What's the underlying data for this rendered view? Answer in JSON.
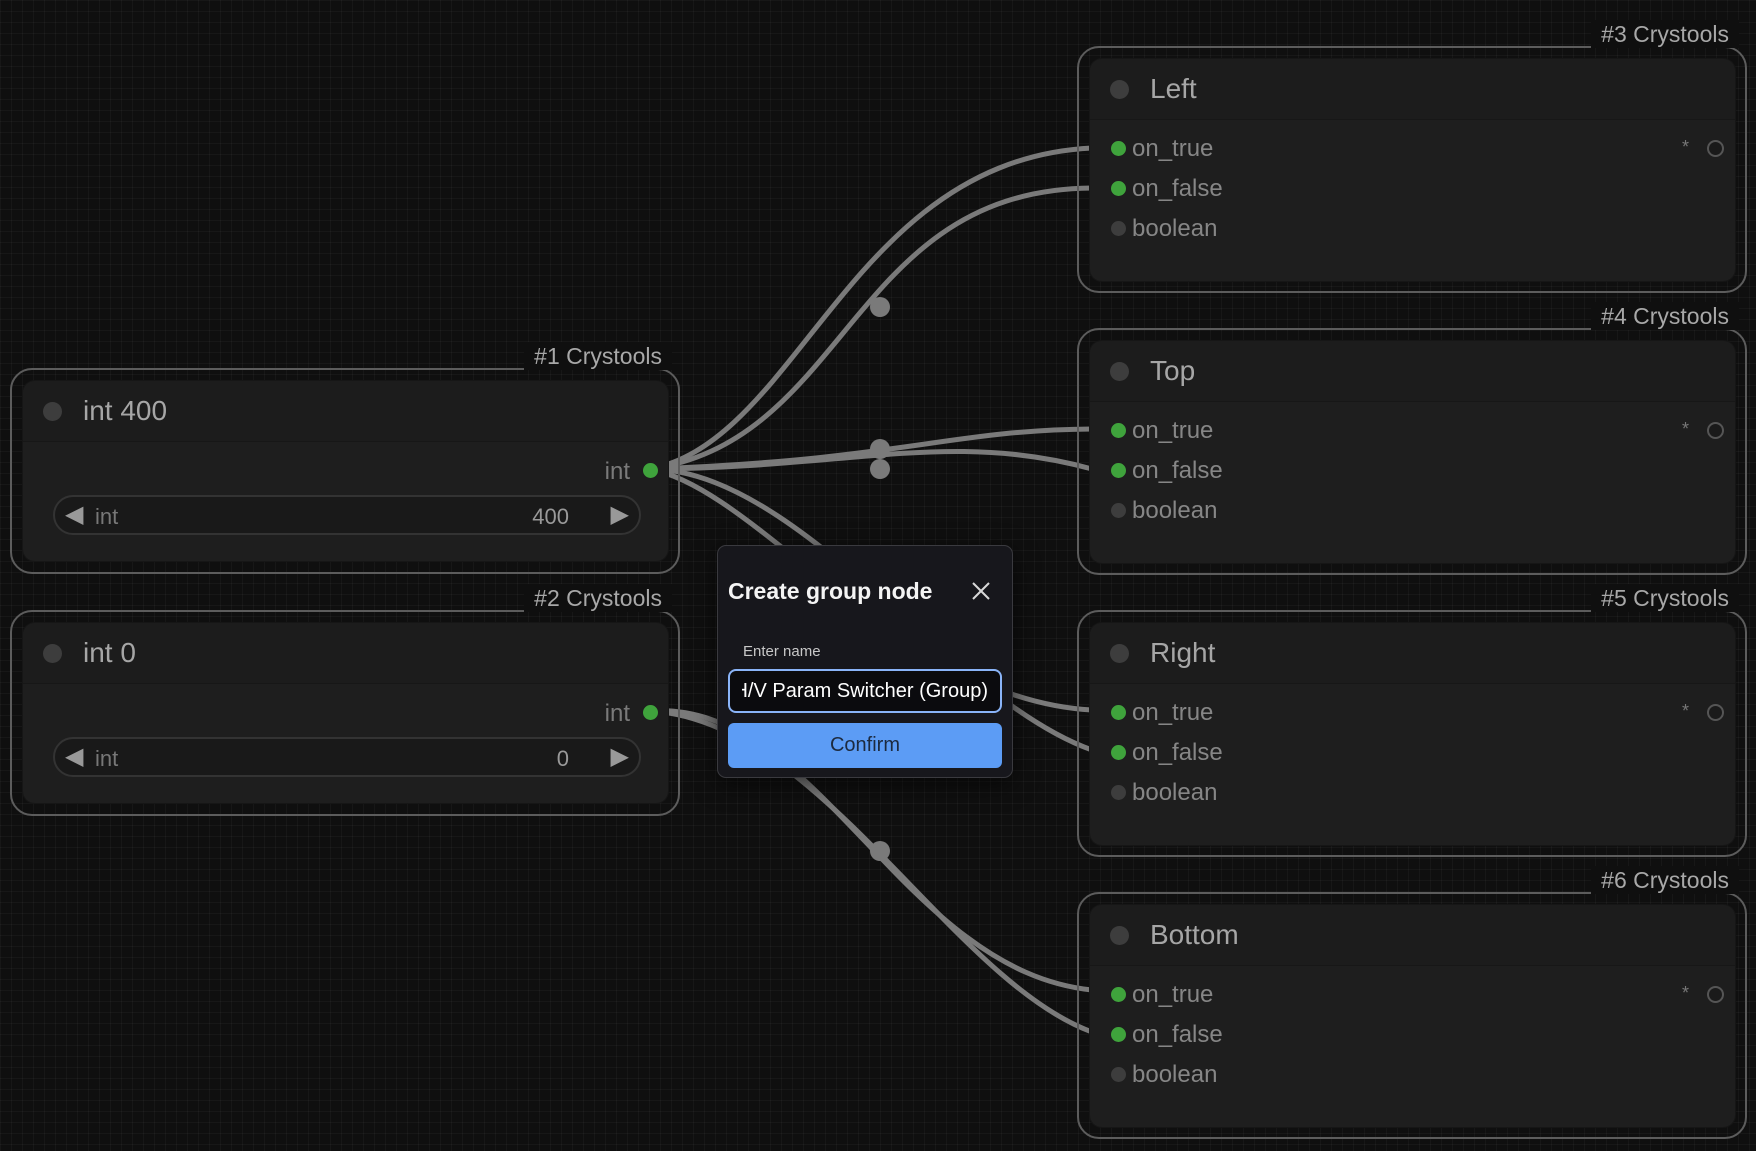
{
  "groups": [
    {
      "title": "#1 Crystools"
    },
    {
      "title": "#2 Crystools"
    },
    {
      "title": "#3 Crystools"
    },
    {
      "title": "#4 Crystools"
    },
    {
      "title": "#5 Crystools"
    },
    {
      "title": "#6 Crystools"
    }
  ],
  "int_nodes": [
    {
      "title": "int 400",
      "output_label": "int",
      "widget_label": "int",
      "widget_value": "400"
    },
    {
      "title": "int 0",
      "output_label": "int",
      "widget_label": "int",
      "widget_value": "0"
    }
  ],
  "switch_nodes": [
    {
      "title": "Left",
      "inputs": [
        "on_true",
        "on_false",
        "boolean"
      ],
      "output_label": "*"
    },
    {
      "title": "Top",
      "inputs": [
        "on_true",
        "on_false",
        "boolean"
      ],
      "output_label": "*"
    },
    {
      "title": "Right",
      "inputs": [
        "on_true",
        "on_false",
        "boolean"
      ],
      "output_label": "*"
    },
    {
      "title": "Bottom",
      "inputs": [
        "on_true",
        "on_false",
        "boolean"
      ],
      "output_label": "*"
    }
  ],
  "widget_arrows": {
    "left": "◀",
    "right": "▶"
  },
  "dialog": {
    "title": "Create group node",
    "label": "Enter name",
    "input_value": "Crystools H/V Param Switcher (Group)",
    "confirm_label": "Confirm"
  },
  "colors": {
    "connected_slot": "#3fa33c",
    "unconnected_slot": "#3d3d3d",
    "wire": "#7a7a7a",
    "confirm_button": "#5c9cf5",
    "input_focus_border": "#8ab4f8"
  }
}
